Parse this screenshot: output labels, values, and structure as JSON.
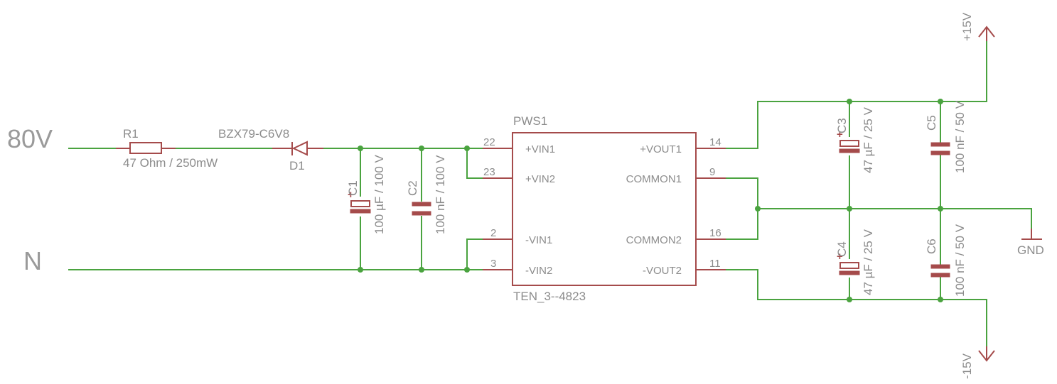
{
  "inputs": {
    "v80": "80V",
    "neutral": "N"
  },
  "r1": {
    "name": "R1",
    "value": "47 Ohm / 250mW"
  },
  "d1": {
    "name": "D1",
    "value": "BZX79-C6V8"
  },
  "c1": {
    "name": "C1",
    "value": "100 µF / 100 V",
    "polarity": "+"
  },
  "c2": {
    "name": "C2",
    "value": "100 nF / 100 V"
  },
  "c3": {
    "name": "C3",
    "value": "47 µF / 25 V",
    "polarity": "+"
  },
  "c4": {
    "name": "C4",
    "value": "47 µF / 25 V",
    "polarity": "+"
  },
  "c5": {
    "name": "C5",
    "value": "100 nF / 50 V"
  },
  "c6": {
    "name": "C6",
    "value": "100 nF / 50 V"
  },
  "pws1": {
    "name": "PWS1",
    "value": "TEN_3--4823",
    "pins": {
      "vin1": {
        "num": "22",
        "label": "+VIN1"
      },
      "vin2": {
        "num": "23",
        "label": "+VIN2"
      },
      "nvin1": {
        "num": "2",
        "label": "-VIN1"
      },
      "nvin2": {
        "num": "3",
        "label": "-VIN2"
      },
      "vout1": {
        "num": "14",
        "label": "+VOUT1"
      },
      "common1": {
        "num": "9",
        "label": "COMMON1"
      },
      "common2": {
        "num": "16",
        "label": "COMMON2"
      },
      "nvout2": {
        "num": "11",
        "label": "-VOUT2"
      }
    }
  },
  "supplies": {
    "pos15": "+15V",
    "neg15": "-15V",
    "gnd": "GND"
  },
  "colors": {
    "wire": "#4aa33f",
    "part": "#a54b4b",
    "text": "#8c8c8c",
    "background": "#ffffff"
  }
}
